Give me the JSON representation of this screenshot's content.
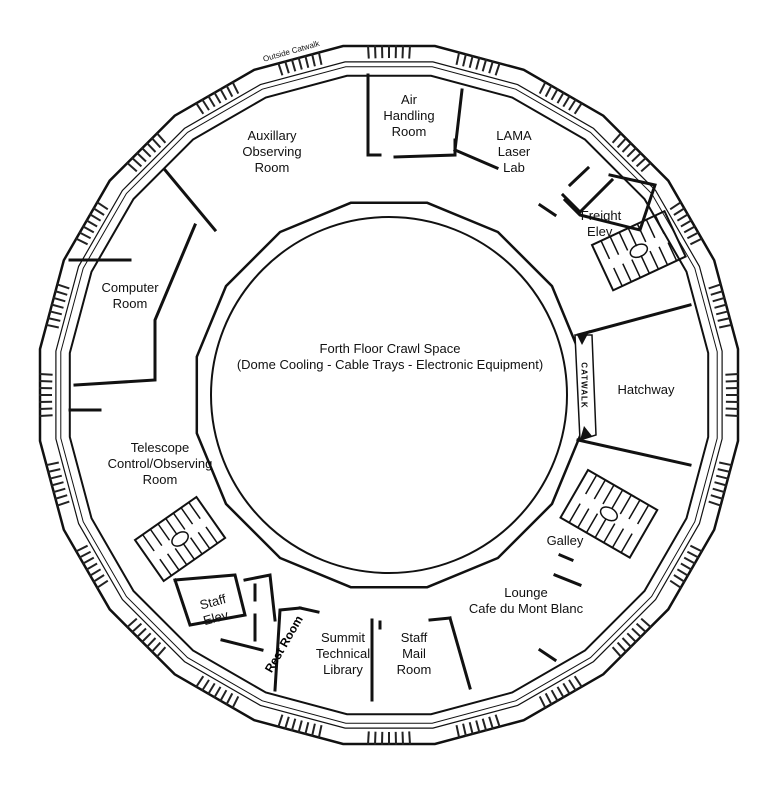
{
  "center": {
    "line1": "Forth Floor Crawl Space",
    "line2": "(Dome Cooling - Cable Trays - Electronic Equipment)"
  },
  "rooms": {
    "air_handling": [
      "Air",
      "Handling",
      "Room"
    ],
    "lama": [
      "LAMA",
      "Laser",
      "Lab"
    ],
    "freight_elev": [
      "Freight",
      "Elev."
    ],
    "auxillary": [
      "Auxillary",
      "Observing",
      "Room"
    ],
    "computer": [
      "Computer",
      "Room"
    ],
    "hatchway": "Hatchway",
    "telescope": [
      "Telescope",
      "Control/Observing",
      "Room"
    ],
    "galley": "Galley",
    "lounge": [
      "Lounge",
      "Cafe du Mont Blanc"
    ],
    "staff_elev": [
      "Staff",
      "Elev."
    ],
    "rest_room": "Rest Room",
    "summit_library": [
      "Summit",
      "Technical",
      "Library"
    ],
    "staff_mail": [
      "Staff",
      "Mail",
      "Room"
    ]
  },
  "catwalk": "CATWALK",
  "outside_catwalk": "Outside Catwalk",
  "colors": {
    "ink": "#111111",
    "background": "#ffffff"
  }
}
